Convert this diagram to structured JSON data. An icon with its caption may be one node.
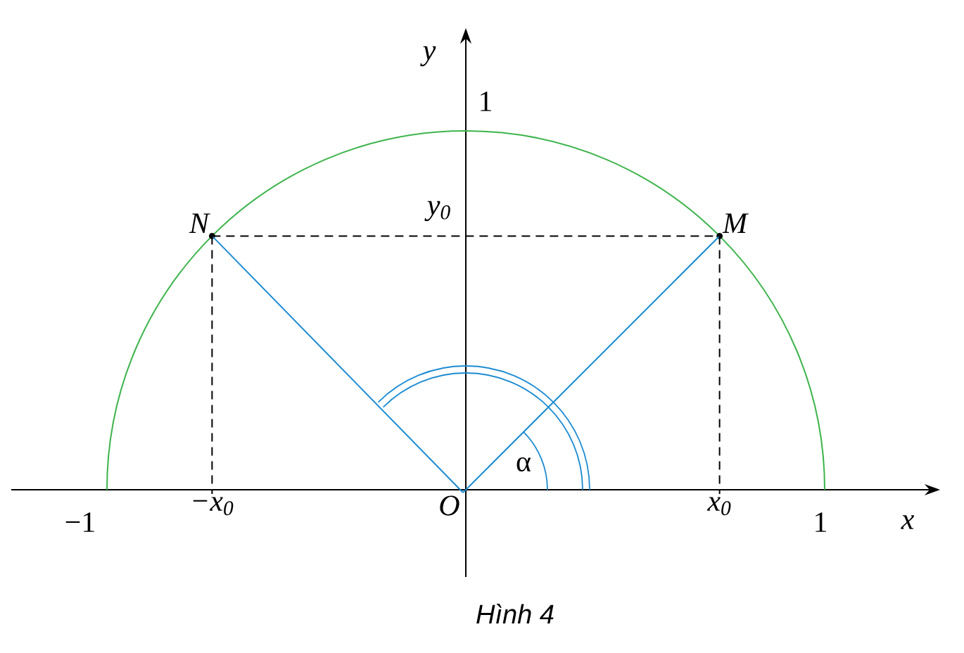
{
  "diagram": {
    "caption": "Hình 4",
    "nodes": [
      {
        "text": [
          "O"
        ]
      },
      {
        "text": [
          "M"
        ]
      },
      {
        "text": [
          "N"
        ]
      },
      {
        "text": [
          "x$_{0}$"
        ]
      },
      {
        "text": [
          "−x$_{0}$"
        ]
      }
    ],
    "edges": [
      {
        "from": 0,
        "to": 1,
        "arrow": "none",
        "color": "#1b8bd2"
      },
      {
        "from": 0,
        "to": 2,
        "arrow": "none",
        "color": "#1b8bd2"
      },
      {
        "from": 2,
        "to": 1,
        "arrow": "none",
        "style": "dashed"
      },
      {
        "from": 1,
        "to": 3,
        "arrow": "none",
        "style": "dashed"
      },
      {
        "from": 2,
        "to": 4,
        "arrow": "none",
        "style": "dashed"
      }
    ],
    "labels": [
      "y",
      "1",
      "y$_{0}$",
      "−1",
      "1",
      "x",
      "α"
    ]
  }
}
